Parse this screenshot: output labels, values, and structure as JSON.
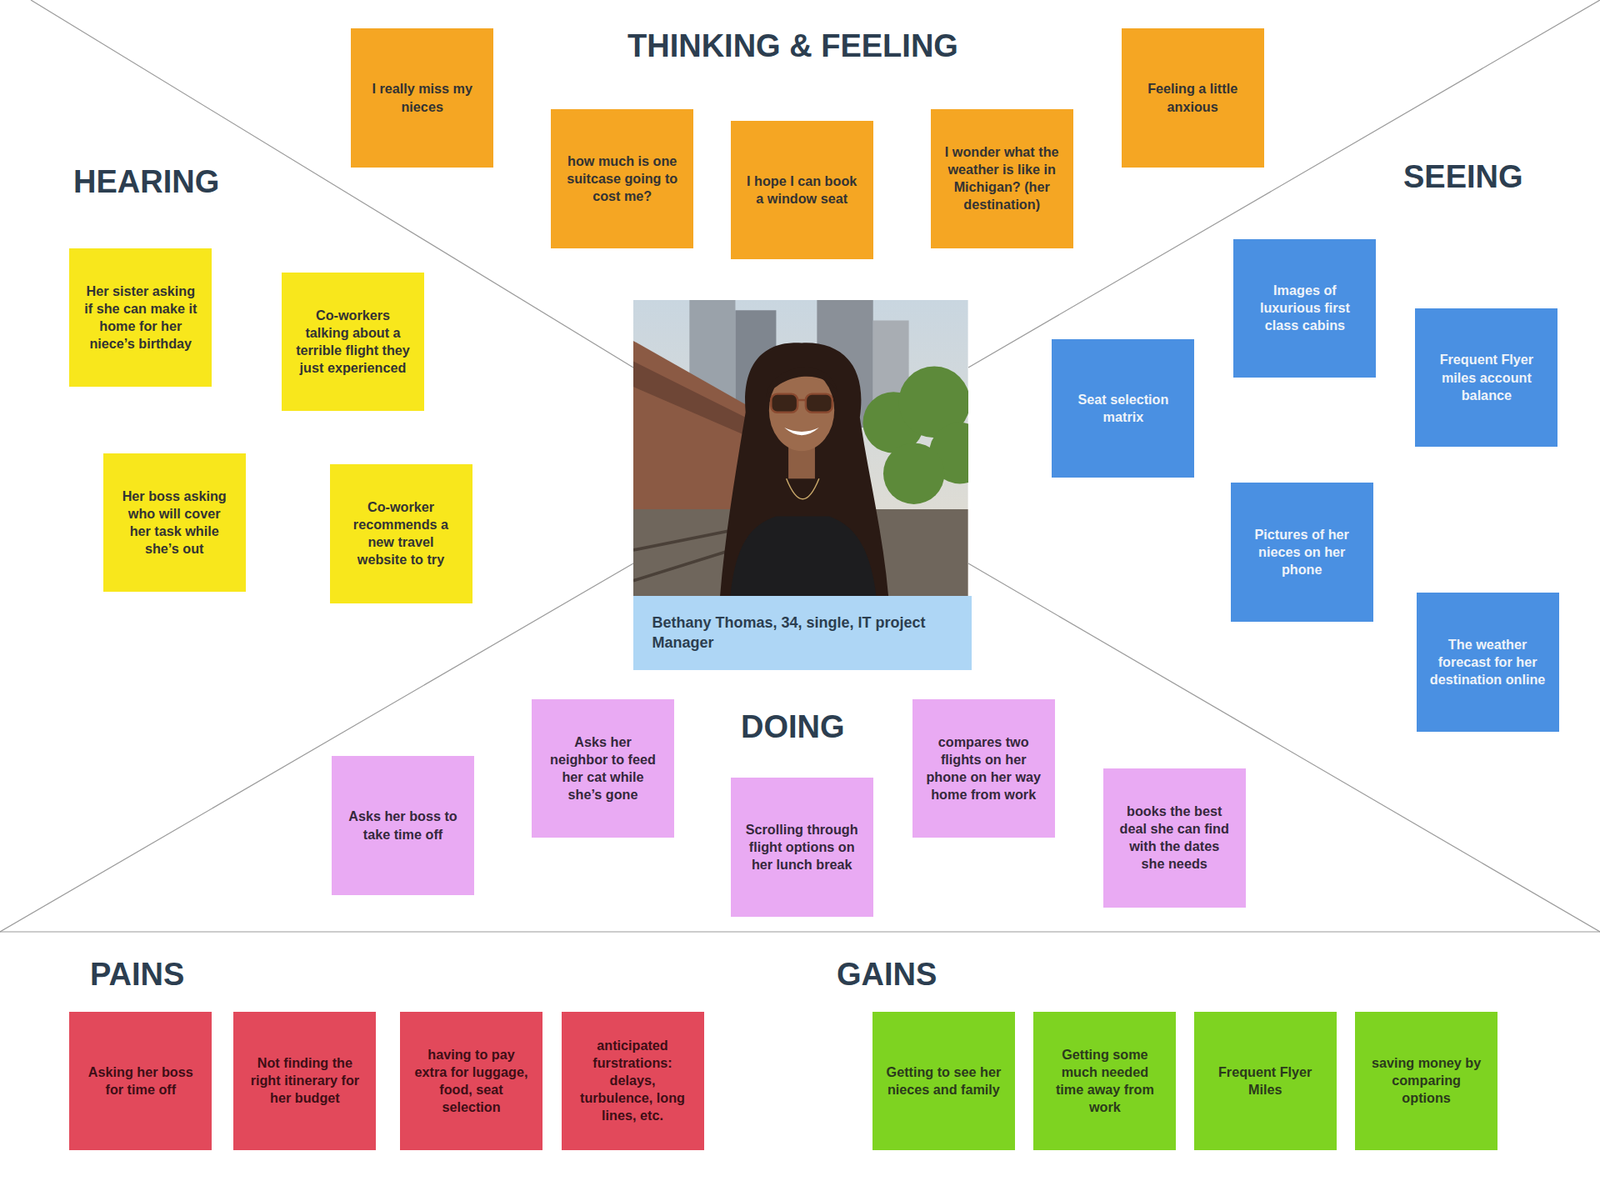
{
  "diagram": {
    "nodes": [
      {
        "text": [
          "I really miss my nieces"
        ]
      },
      {
        "text": [
          "how much is one suitcase going to cost me?"
        ]
      },
      {
        "text": [
          "I hope I can book a window seat"
        ]
      },
      {
        "text": [
          "I wonder what the weather is like in Michigan? (her destination)"
        ]
      },
      {
        "text": [
          "Feeling a little anxious"
        ]
      },
      {
        "text": [
          "Her sister asking if she can make it home for her niece’s birthday"
        ]
      },
      {
        "text": [
          "Co-workers talking about a terrible flight they just experienced"
        ]
      },
      {
        "text": [
          "Her boss asking who will cover her task while she’s out"
        ]
      },
      {
        "text": [
          "Co-worker recommends a new travel website to try"
        ]
      },
      {
        "text": [
          "Images of luxurious first class cabins"
        ]
      },
      {
        "text": [
          "Seat selection matrix"
        ]
      },
      {
        "text": [
          "Frequent Flyer miles account balance"
        ]
      },
      {
        "text": [
          "Pictures of her nieces on her phone"
        ]
      },
      {
        "text": [
          "The weather forecast for her destination online"
        ]
      },
      {
        "text": [
          "Bethany Thomas, 34, single, IT project Manager"
        ]
      },
      {
        "text": [
          "Asks her boss to take time off"
        ]
      },
      {
        "text": [
          "Asks her neighbor to feed her cat while she’s gone"
        ]
      },
      {
        "text": [
          "Scrolling through flight options on her lunch break"
        ]
      },
      {
        "text": [
          "compares two flights on her phone on her way home from work"
        ]
      },
      {
        "text": [
          "books the best deal she can find with the dates she needs"
        ]
      },
      {
        "text": [
          "Asking her boss for time off"
        ]
      },
      {
        "text": [
          "Not finding the right itinerary for her budget"
        ]
      },
      {
        "text": [
          "having to pay extra for luggage, food, seat selection"
        ]
      },
      {
        "text": [
          "anticipated furstrations: delays, turbulence, long lines, etc."
        ]
      },
      {
        "text": [
          "Getting to see her nieces and family"
        ]
      },
      {
        "text": [
          "Getting some much needed time away from work"
        ]
      },
      {
        "text": [
          "Frequent Flyer Miles"
        ]
      },
      {
        "text": [
          "saving money by comparing options"
        ]
      }
    ],
    "labels": [
      "THINKING & FEELING",
      "HEARING",
      "SEEING",
      "DOING",
      "PAINS",
      "GAINS"
    ]
  }
}
